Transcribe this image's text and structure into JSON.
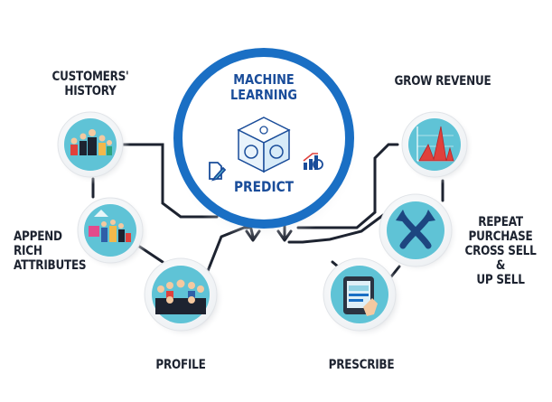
{
  "hub": {
    "title": "MACHINE\nLEARNING",
    "subtitle": "PREDICT"
  },
  "labels": {
    "customers_history": "CUSTOMERS'\nHISTORY",
    "append_rich": "APPEND\nRICH\nATTRIBUTES",
    "profile": "PROFILE",
    "grow_revenue": "GROW REVENUE",
    "repeat_purchase": "REPEAT\nPURCHASE\nCROSS SELL &\nUP SELL",
    "prescribe": "PRESCRIBE"
  },
  "colors": {
    "ring_blue": "#1a6fc4",
    "node_teal": "#5fc3d6",
    "connector": "#1d2330",
    "text_dark": "#1d2330"
  },
  "icons": [
    "customers-group-icon",
    "shopping-people-icon",
    "team-profile-icon",
    "revenue-chart-icon",
    "cross-arrows-icon",
    "tablet-cyber-monday-icon",
    "brain-cube-icon",
    "document-edit-icon",
    "growth-chart-icon"
  ]
}
